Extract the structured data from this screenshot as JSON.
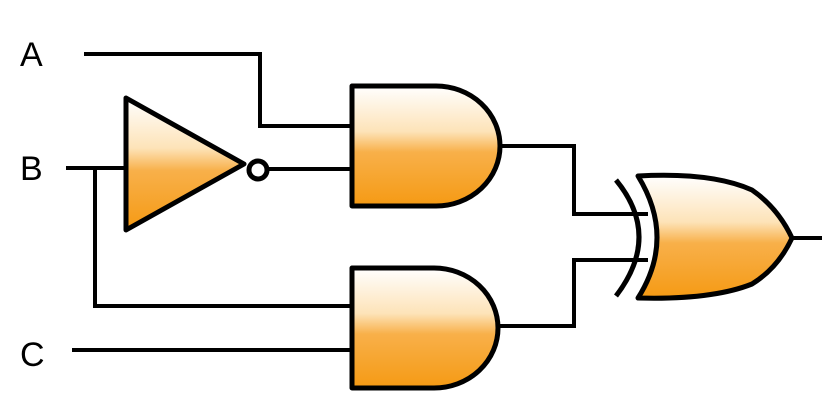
{
  "inputs": {
    "a": "A",
    "b": "B",
    "c": "C"
  },
  "gates": {
    "not_gate": "NOT",
    "and_gate_top": "AND",
    "and_gate_bottom": "AND",
    "xor_gate": "XOR"
  },
  "colors": {
    "gate_fill_dark": "#f59a14",
    "gate_fill_light": "#fde3b8",
    "gate_fill_highlight": "#ffffff",
    "stroke": "#000000",
    "background": "#ffffff"
  }
}
